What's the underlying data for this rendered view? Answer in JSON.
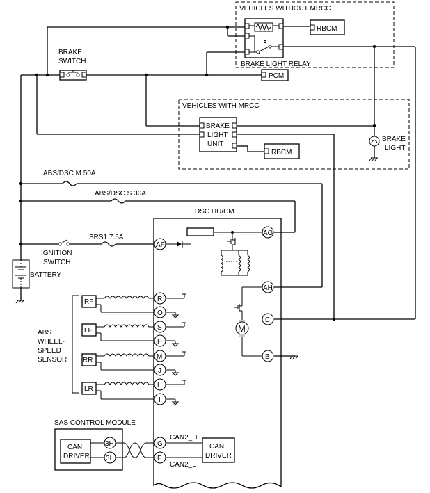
{
  "labels": {
    "vehicles_without_mrcc": "VEHICLES WITHOUT MRCC",
    "brake_light_relay": "BRAKE LIGHT RELAY",
    "brake_switch_1": "BRAKE",
    "brake_switch_2": "SWITCH",
    "pcm": "PCM",
    "rbcm_top": "RBCM",
    "vehicles_with_mrcc": "VEHICLES WITH MRCC",
    "brake_light_unit_1": "BRAKE",
    "brake_light_unit_2": "LIGHT",
    "brake_light_unit_3": "UNIT",
    "rbcm_mid": "RBCM",
    "brake_light_1": "BRAKE",
    "brake_light_2": "LIGHT",
    "fuse_abs_m": "ABS/DSC M 50A",
    "fuse_abs_s": "ABS/DSC S 30A",
    "dsc_hucm": "DSC HU/CM",
    "fuse_srs1": "SRS1 7.5A",
    "ignition_switch_1": "IGNITION",
    "ignition_switch_2": "SWITCH",
    "battery": "BATTERY",
    "sensor_group_1": "ABS",
    "sensor_group_2": "WHEEL-",
    "sensor_group_3": "SPEED",
    "sensor_group_4": "SENSOR",
    "sas_control_module": "SAS CONTROL MODULE",
    "can_driver_1": "CAN",
    "can_driver_2": "DRIVER",
    "can2_h": "CAN2_H",
    "can2_l": "CAN2_L",
    "motor": "M"
  },
  "sensors": [
    "RF",
    "LF",
    "RR",
    "LR"
  ],
  "dsc_pins": {
    "ag": "AG",
    "af": "AF",
    "ah": "AH",
    "c": "C",
    "b": "B",
    "r": "R",
    "o": "O",
    "s": "S",
    "p": "P",
    "m": "M",
    "j": "J",
    "l": "L",
    "i": "I",
    "g": "G",
    "f": "F"
  },
  "sas_pins": {
    "h": "3H",
    "i": "3I"
  }
}
